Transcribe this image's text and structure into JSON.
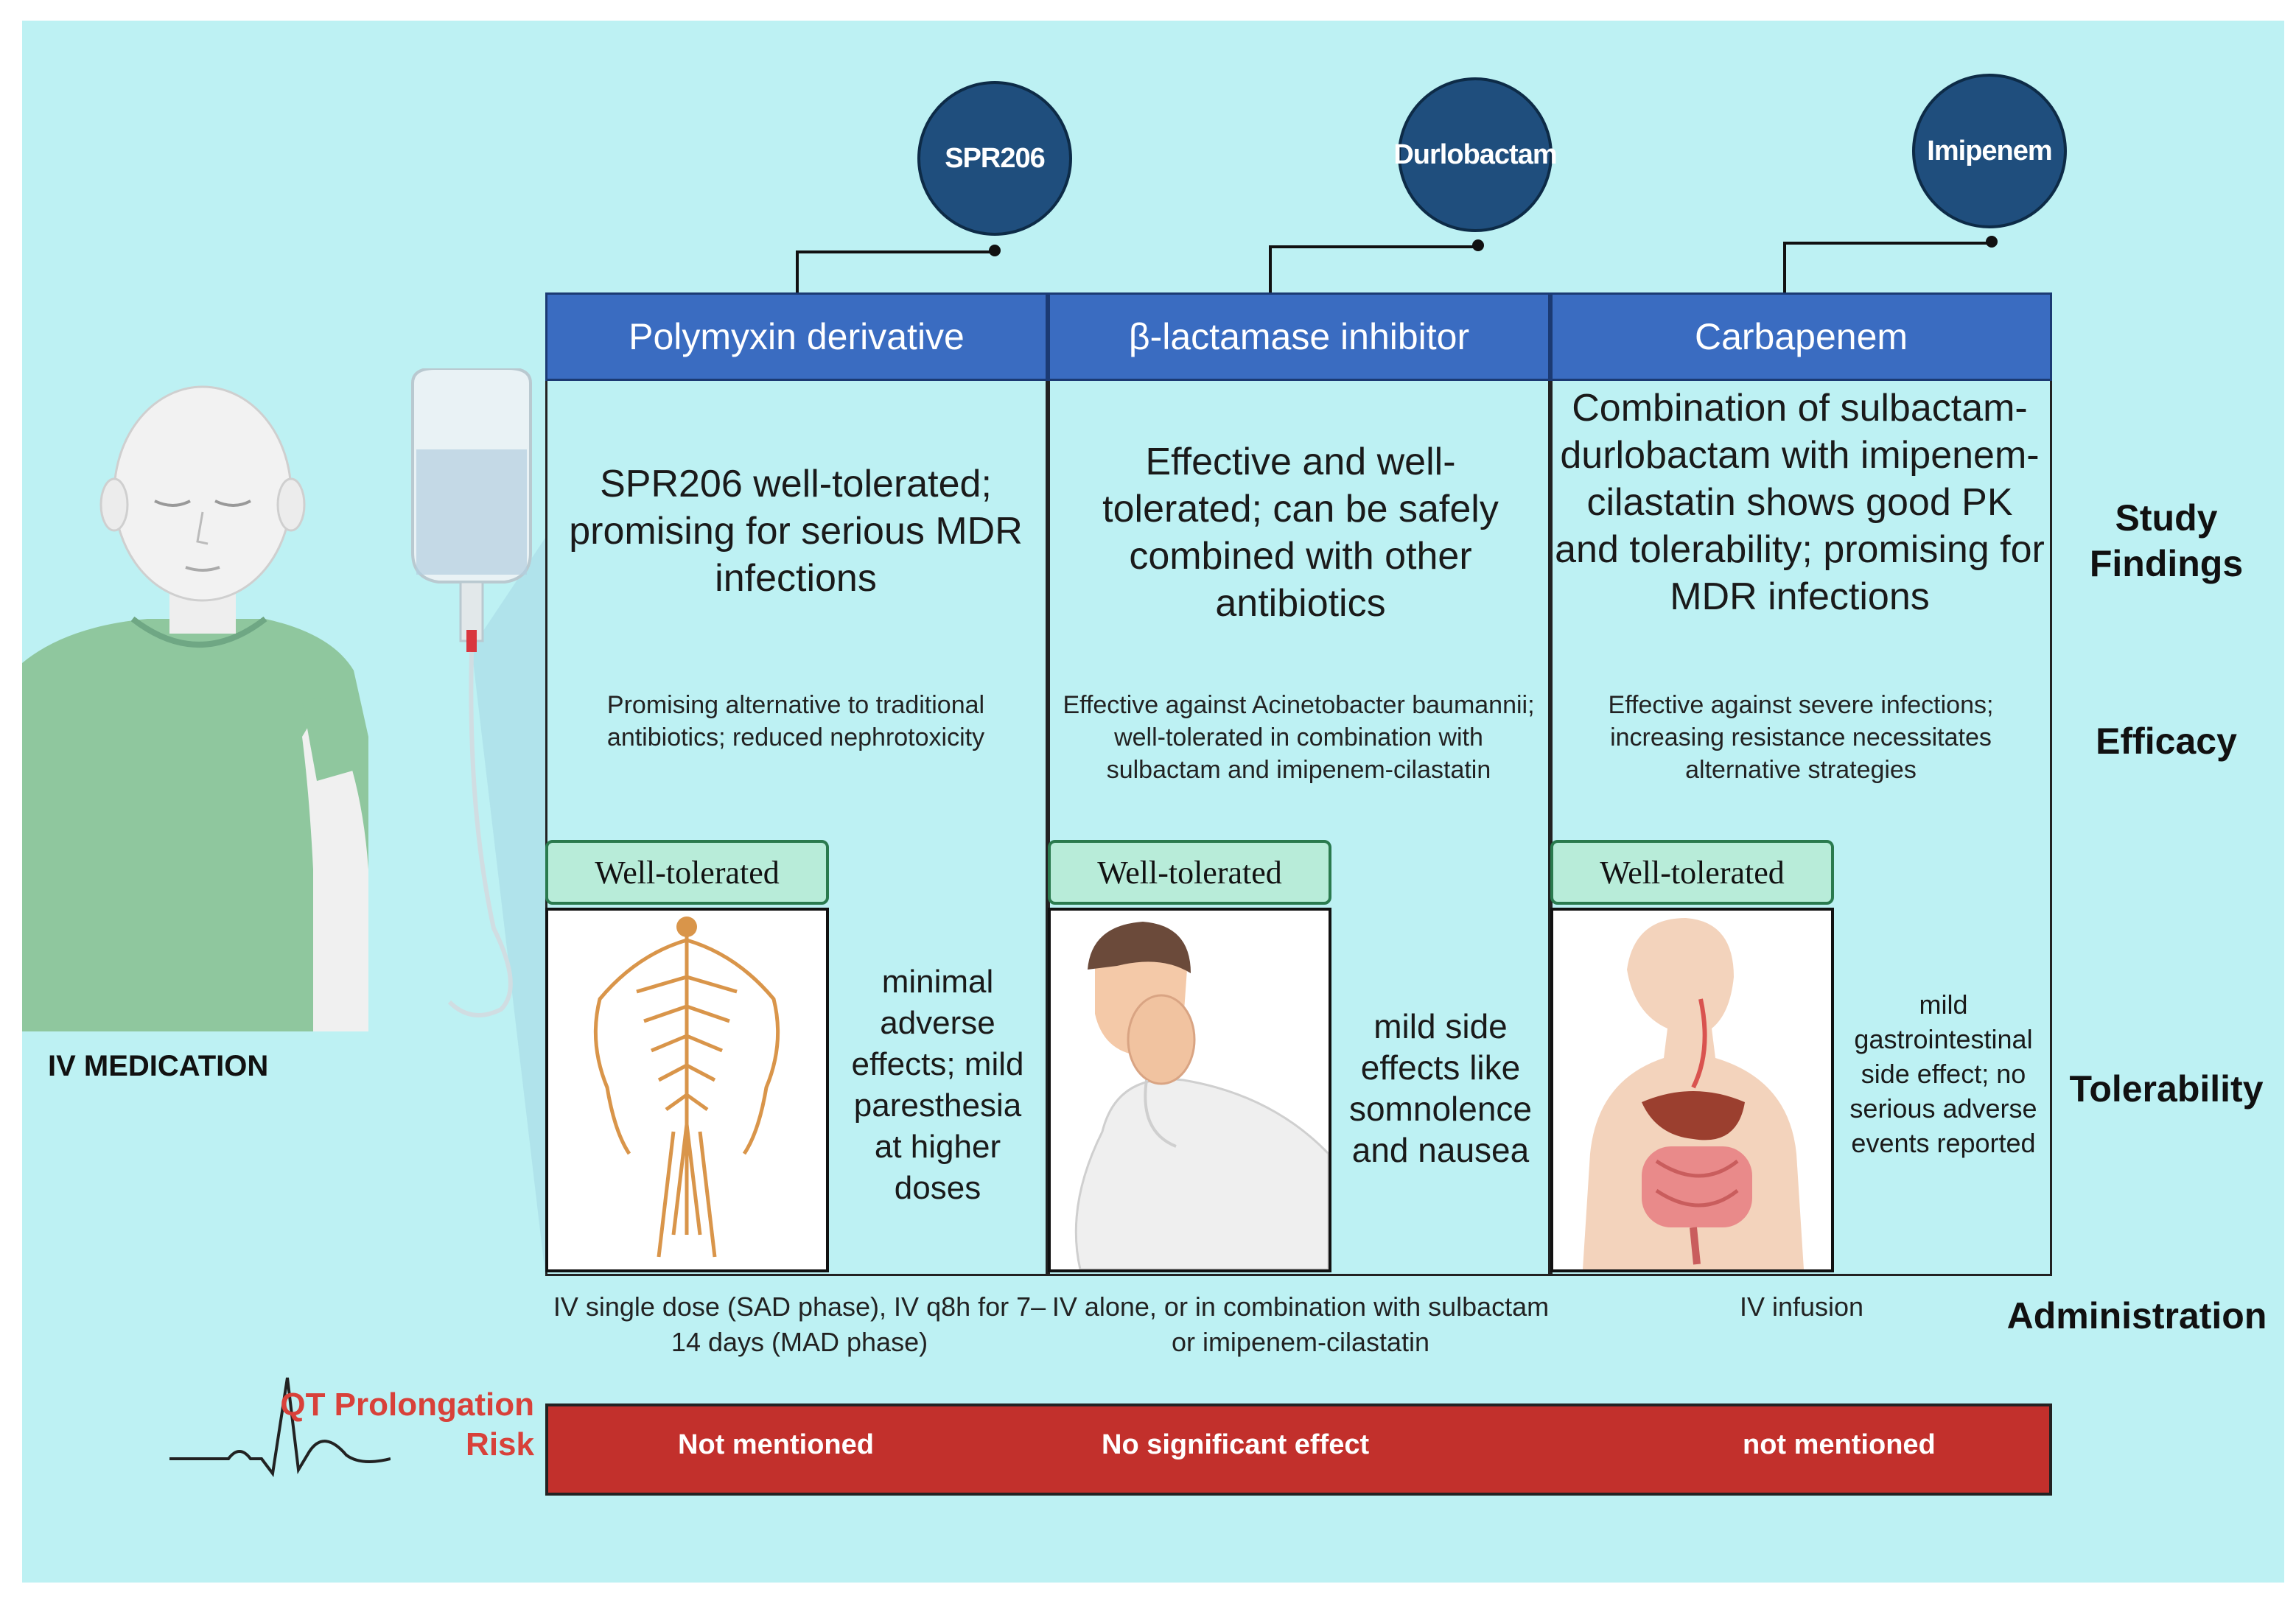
{
  "drugs": [
    {
      "name": "SPR206"
    },
    {
      "name": "Durlobactam"
    },
    {
      "name": "Imipenem"
    }
  ],
  "columns": [
    {
      "header": "Polymyxin derivative",
      "finding": "SPR206 well-tolerated; promising for serious MDR infections",
      "efficacy": "Promising alternative to traditional antibiotics; reduced nephrotoxicity",
      "badge": "Well-tolerated",
      "image_icon": "nervous-system-icon",
      "tolerability": "minimal adverse effects; mild paresthesia at higher doses",
      "administration": "IV single dose (SAD phase), IV q8h for 7–14 days (MAD phase)",
      "qt": "Not mentioned"
    },
    {
      "header": "β-lactamase inhibitor",
      "finding": "Effective and well-tolerated; can be safely combined with other antibiotics",
      "efficacy": "Effective against Acinetobacter baumannii; well-tolerated in combination with sulbactam and imipenem-cilastatin",
      "badge": "Well-tolerated",
      "image_icon": "nauseous-person-icon",
      "tolerability": "mild side effects like somnolence and nausea",
      "administration": "IV alone, or in combination with sulbactam or imipenem-cilastatin",
      "qt": "No significant effect"
    },
    {
      "header": "Carbapenem",
      "finding": "Combination of sulbactam-durlobactam with imipenem-cilastatin shows good PK and tolerability; promising for MDR infections",
      "efficacy": "Effective against severe infections; increasing resistance necessitates alternative strategies",
      "badge": "Well-tolerated",
      "image_icon": "digestive-system-icon",
      "tolerability": "mild gastrointestinal side effect; no serious adverse events reported",
      "administration": "IV infusion",
      "qt": "not mentioned"
    }
  ],
  "row_labels": {
    "study_findings": "Study Findings",
    "efficacy": "Efficacy",
    "tolerability": "Tolerability",
    "administration": "Administration"
  },
  "left": {
    "iv_label": "IV MEDICATION",
    "qt_label": "QT Prolongation Risk",
    "patient_icon": "patient-icon",
    "iv_bag_icon": "iv-bag-icon",
    "ecg_icon": "ecg-icon"
  },
  "colors": {
    "background": "#bdf1f3",
    "circle": "#1f4e7d",
    "header": "#3a6cc1",
    "badge": "#b8ecd9",
    "qt_bar": "#c2302c",
    "qt_label": "#d8413a"
  }
}
